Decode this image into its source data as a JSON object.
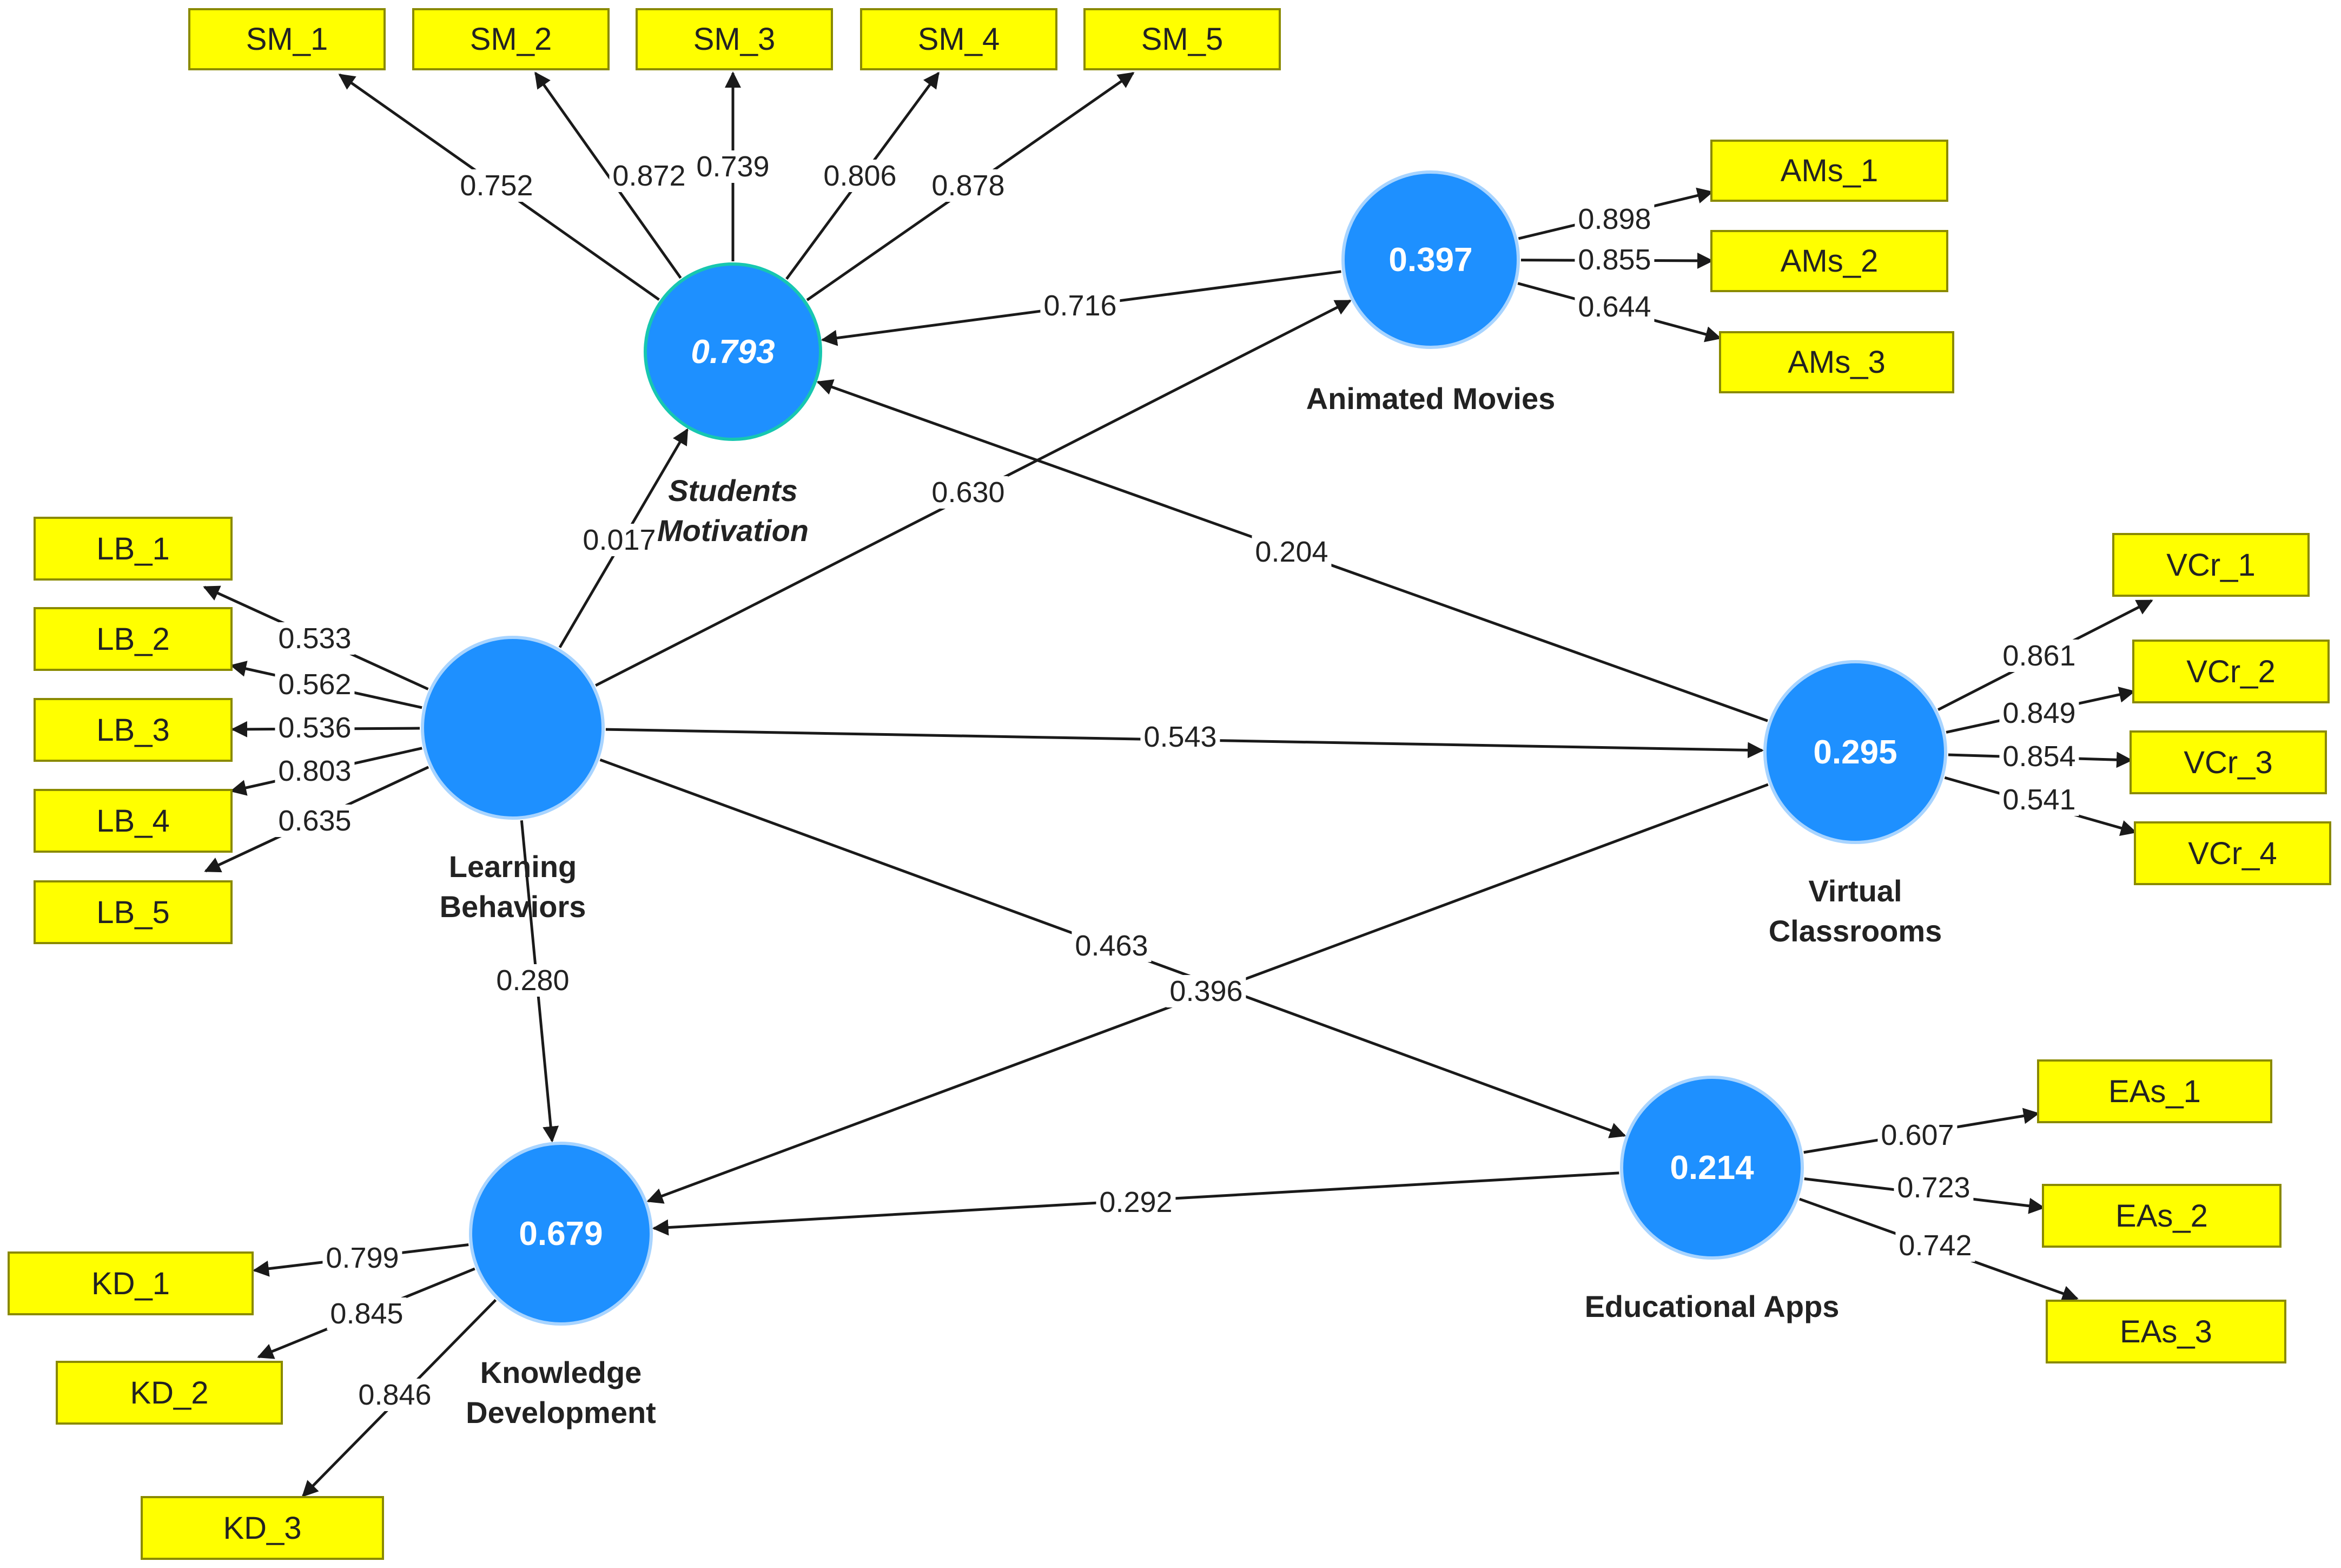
{
  "colors": {
    "construct_fill": "#1e90ff",
    "indicator_fill": "#ffff00",
    "arrow": "#1a1a1a",
    "background": "#ffffff"
  },
  "constructs": [
    {
      "id": "sm",
      "name": "Students\nMotivation",
      "r2": "0.793"
    },
    {
      "id": "am",
      "name": "Animated Movies",
      "r2": "0.397"
    },
    {
      "id": "lb",
      "name": "Learning\nBehaviors",
      "r2": ""
    },
    {
      "id": "vc",
      "name": "Virtual\nClassrooms",
      "r2": "0.295"
    },
    {
      "id": "kd",
      "name": "Knowledge\nDevelopment",
      "r2": "0.679"
    },
    {
      "id": "ea",
      "name": "Educational Apps",
      "r2": "0.214"
    }
  ],
  "indicators": [
    {
      "id": "SM_1",
      "label": "SM_1",
      "construct": "sm",
      "loading": "0.752"
    },
    {
      "id": "SM_2",
      "label": "SM_2",
      "construct": "sm",
      "loading": "0.872"
    },
    {
      "id": "SM_3",
      "label": "SM_3",
      "construct": "sm",
      "loading": "0.739"
    },
    {
      "id": "SM_4",
      "label": "SM_4",
      "construct": "sm",
      "loading": "0.806"
    },
    {
      "id": "SM_5",
      "label": "SM_5",
      "construct": "sm",
      "loading": "0.878"
    },
    {
      "id": "AMs_1",
      "label": "AMs_1",
      "construct": "am",
      "loading": "0.898"
    },
    {
      "id": "AMs_2",
      "label": "AMs_2",
      "construct": "am",
      "loading": "0.855"
    },
    {
      "id": "AMs_3",
      "label": "AMs_3",
      "construct": "am",
      "loading": "0.644"
    },
    {
      "id": "LB_1",
      "label": "LB_1",
      "construct": "lb",
      "loading": "0.533"
    },
    {
      "id": "LB_2",
      "label": "LB_2",
      "construct": "lb",
      "loading": "0.562"
    },
    {
      "id": "LB_3",
      "label": "LB_3",
      "construct": "lb",
      "loading": "0.536"
    },
    {
      "id": "LB_4",
      "label": "LB_4",
      "construct": "lb",
      "loading": "0.803"
    },
    {
      "id": "LB_5",
      "label": "LB_5",
      "construct": "lb",
      "loading": "0.635"
    },
    {
      "id": "VCr_1",
      "label": "VCr_1",
      "construct": "vc",
      "loading": "0.861"
    },
    {
      "id": "VCr_2",
      "label": "VCr_2",
      "construct": "vc",
      "loading": "0.849"
    },
    {
      "id": "VCr_3",
      "label": "VCr_3",
      "construct": "vc",
      "loading": "0.854"
    },
    {
      "id": "VCr_4",
      "label": "VCr_4",
      "construct": "vc",
      "loading": "0.541"
    },
    {
      "id": "KD_1",
      "label": "KD_1",
      "construct": "kd",
      "loading": "0.799"
    },
    {
      "id": "KD_2",
      "label": "KD_2",
      "construct": "kd",
      "loading": "0.845"
    },
    {
      "id": "KD_3",
      "label": "KD_3",
      "construct": "kd",
      "loading": "0.846"
    },
    {
      "id": "EAs_1",
      "label": "EAs_1",
      "construct": "ea",
      "loading": "0.607"
    },
    {
      "id": "EAs_2",
      "label": "EAs_2",
      "construct": "ea",
      "loading": "0.723"
    },
    {
      "id": "EAs_3",
      "label": "EAs_3",
      "construct": "ea",
      "loading": "0.742"
    }
  ],
  "paths": [
    {
      "from": "am",
      "to": "sm",
      "coef": "0.716"
    },
    {
      "from": "lb",
      "to": "am",
      "coef": "0.630"
    },
    {
      "from": "lb",
      "to": "sm",
      "coef": "0.017"
    },
    {
      "from": "vc",
      "to": "sm",
      "coef": "0.204"
    },
    {
      "from": "lb",
      "to": "vc",
      "coef": "0.543"
    },
    {
      "from": "lb",
      "to": "ea",
      "coef": "0.463"
    },
    {
      "from": "vc",
      "to": "kd",
      "coef": "0.396"
    },
    {
      "from": "lb",
      "to": "kd",
      "coef": "0.280"
    },
    {
      "from": "ea",
      "to": "kd",
      "coef": "0.292"
    }
  ]
}
